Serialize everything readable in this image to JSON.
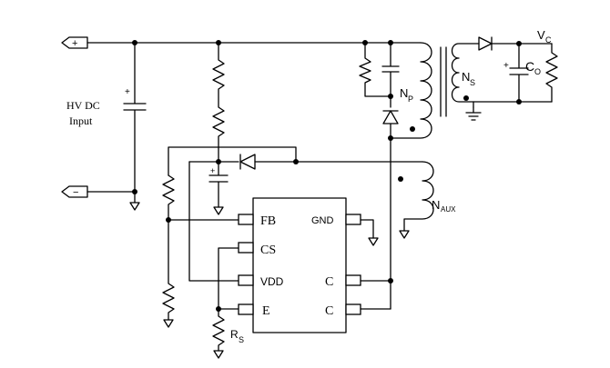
{
  "labels": {
    "input_line1": "HV DC",
    "input_line2": "Input",
    "terminal_plus": "+",
    "terminal_minus": "−",
    "vc": "V",
    "vc_sub": "C",
    "co": "C",
    "co_sub": "O",
    "ns": "N",
    "ns_sub": "S",
    "np": "N",
    "np_sub": "P",
    "naux": "N",
    "naux_sub": "AUX",
    "rs": "R",
    "rs_sub": "S",
    "cap_polarity": "+"
  },
  "ic_pins": {
    "fb": "FB",
    "cs": "CS",
    "vdd": "VDD",
    "e": "E",
    "gnd": "GND",
    "c1": "C",
    "c2": "C"
  }
}
